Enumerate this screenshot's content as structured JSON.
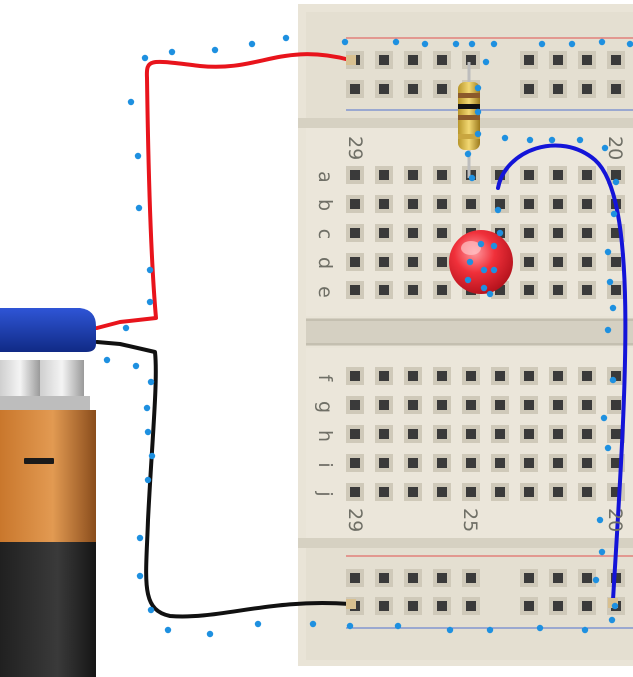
{
  "breadboard": {
    "row_letters_top": [
      "a",
      "b",
      "c",
      "d",
      "e"
    ],
    "row_letters_bottom": [
      "f",
      "g",
      "h",
      "i",
      "j"
    ],
    "column_numbers_top": [
      "29",
      "20"
    ],
    "column_numbers_bottom": [
      "29",
      "25",
      "20"
    ]
  },
  "battery": {
    "terminal_symbol": "—"
  },
  "colors": {
    "red_wire": "#e8141c",
    "black_wire": "#111111",
    "blue_wire": "#1414d8",
    "probe_dots": "#1e90e0",
    "board": "#e9e4d7",
    "battery_body": "#d9893a",
    "battery_cap": "#1a3fb0",
    "led": "#f0303a"
  }
}
